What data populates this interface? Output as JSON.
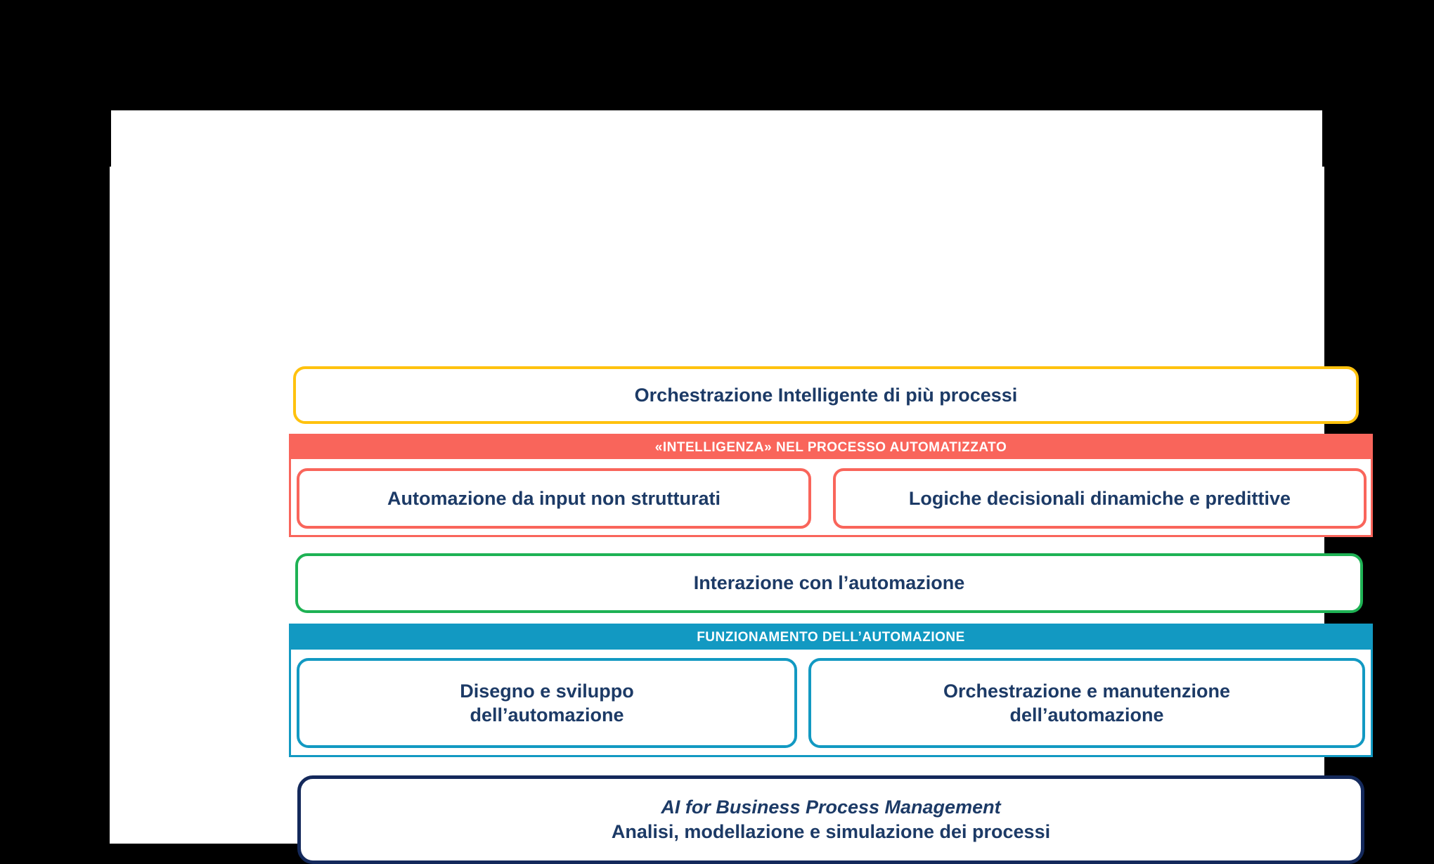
{
  "canvas": {
    "background": "#000000",
    "page_background": "#ffffff"
  },
  "colors": {
    "yellow": "#FFC20E",
    "salmon": "#F9655B",
    "green": "#1EB254",
    "teal": "#1299C2",
    "navy_border": "#14295B",
    "text_navy": "#1C3A66",
    "header_text": "#ffffff"
  },
  "diagram": {
    "orchestration_box": {
      "label": "Orchestrazione Intelligente di più processi"
    },
    "intelligence_group": {
      "header": "«INTELLIGENZA» NEL PROCESSO AUTOMATIZZATO",
      "items": [
        {
          "label": "Automazione da input non strutturati"
        },
        {
          "label": "Logiche decisionali dinamiche e predittive"
        }
      ]
    },
    "interaction_box": {
      "label": "Interazione con l’automazione"
    },
    "functioning_group": {
      "header": "FUNZIONAMENTO DELL’AUTOMAZIONE",
      "items": [
        {
          "line1": "Disegno e sviluppo",
          "line2": "dell’automazione"
        },
        {
          "line1": "Orchestrazione e manutenzione",
          "line2": "dell’automazione"
        }
      ]
    },
    "foundation_box": {
      "line1": "AI for Business Process Management",
      "line2": "Analisi, modellazione e simulazione dei processi"
    }
  }
}
